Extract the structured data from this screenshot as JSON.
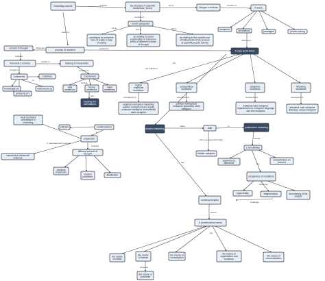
{
  "nodes": [
    {
      "id": "n1",
      "text": "marketing science"
    },
    {
      "id": "n2",
      "text": "the structure of scientific revolutions ( Kuhn)"
    },
    {
      "id": "n3",
      "text": "Morgan´s scheme"
    },
    {
      "id": "n4",
      "text": "4 levels"
    },
    {
      "id": "n5",
      "text": "3 main categories"
    },
    {
      "id": "n6",
      "text": "paradigms as complete view of reality or way of seeing"
    },
    {
      "id": "n7",
      "text": "as relating to social organization of science in terms of different schools of thought"
    },
    {
      "id": "n8",
      "text": "as relating to the specific use of instruments in the process of scientific puzzle solving"
    },
    {
      "id": "n9",
      "text": "metaphors"
    },
    {
      "id": "n10",
      "text": "orientations"
    },
    {
      "id": "n11",
      "text": "paradigms"
    },
    {
      "id": "n12",
      "text": "puzzle solving"
    },
    {
      "id": "n13",
      "text": "schools of thought"
    },
    {
      "id": "n14",
      "text": "process of research"
    },
    {
      "id": "n15",
      "text": "4 main world views"
    },
    {
      "id": "n16",
      "text": "Tomedots´s scheme"
    },
    {
      "id": "n17",
      "text": "Galtung´s Frameworks"
    },
    {
      "id": "n18",
      "text": "3 elements"
    },
    {
      "id": "n19",
      "text": "balances"
    },
    {
      "id": "n20",
      "text": "knowledge (K)"
    },
    {
      "id": "n21",
      "text": "instruments (I)"
    },
    {
      "id": "n22",
      "text": "problems (P)"
    },
    {
      "id": "n23",
      "text": "3 sentences"
    },
    {
      "id": "n24",
      "text": "data sentences"
    },
    {
      "id": "n25",
      "text": "theory sentences"
    },
    {
      "id": "n26",
      "text": "value sentences"
    },
    {
      "id": "n27",
      "text": "roadmap for orientations"
    },
    {
      "id": "n28",
      "text": "logical empiricist worldview"
    },
    {
      "id": "n29",
      "text": "sociopolitical worldview"
    },
    {
      "id": "n30",
      "text": "subjective worldview"
    },
    {
      "id": "n31",
      "text": "liberating worldview"
    },
    {
      "id": "n32",
      "text": "organism metaphor marketing warfare metaphor brand equity consumer metaphor instrumental main metaphor"
    },
    {
      "id": "n33",
      "text": "political marketplace metaphor spaceship earth metaphor"
    },
    {
      "id": "n34",
      "text": "irrational main metaphor experiences for metaphor language and text metaphor"
    },
    {
      "id": "n35",
      "text": "alienated main metaphor liberatory voices metaphor"
    },
    {
      "id": "n36",
      "text": "criticism"
    },
    {
      "id": "n37",
      "text": "constructivism"
    },
    {
      "id": "n38",
      "text": "empiricism"
    },
    {
      "id": "n39",
      "text": "most dominant orientations in marketing"
    },
    {
      "id": "n40",
      "text": "natural and behavioral sciences"
    },
    {
      "id": "n41",
      "text": "different schools of thought"
    },
    {
      "id": "n42",
      "text": "classical empiricism"
    },
    {
      "id": "n43",
      "text": "modern positivism"
    },
    {
      "id": "n44",
      "text": "falsification"
    },
    {
      "id": "n45",
      "text": "modern marketing"
    },
    {
      "id": "n46",
      "text": "shift"
    },
    {
      "id": "n47",
      "text": "postmodern marketing"
    },
    {
      "id": "n48",
      "text": "theater metaphor"
    },
    {
      "id": "n49",
      "text": "2 sensibilities"
    },
    {
      "id": "n50",
      "text": "openness to difference"
    },
    {
      "id": "n51",
      "text": "concentration on present"
    },
    {
      "id": "n52",
      "text": "acceptance of conditions"
    },
    {
      "id": "n53",
      "text": "hyperreality"
    },
    {
      "id": "n54",
      "text": "fragmentation"
    },
    {
      "id": "n55",
      "text": "decentering of the subject"
    },
    {
      "id": "n56",
      "text": "central principles"
    },
    {
      "id": "n57",
      "text": "6 problematized areas"
    },
    {
      "id": "n58",
      "text": "the nature of reality"
    },
    {
      "id": "n59",
      "text": "the nature of human"
    },
    {
      "id": "n60",
      "text": "the nature of consumption"
    },
    {
      "id": "n61",
      "text": "the nature of organization and business"
    },
    {
      "id": "n62",
      "text": "the nature of communication"
    },
    {
      "id": "n63",
      "text": "the nature of consumer"
    }
  ],
  "link_labels": [
    {
      "id": "l1",
      "text": "includes"
    },
    {
      "id": "l2",
      "text": "led to"
    },
    {
      "id": "l3",
      "text": "consists of"
    },
    {
      "id": "l4",
      "text": "consists of"
    },
    {
      "id": "l5",
      "text": "1st is"
    },
    {
      "id": "l6",
      "text": "2nd is"
    },
    {
      "id": "l7",
      "text": "3rd is"
    },
    {
      "id": "l8",
      "text": "reflected in"
    },
    {
      "id": "l9",
      "text": "leads to"
    },
    {
      "id": "l10",
      "text": "influences"
    },
    {
      "id": "l11",
      "text": "resulted in"
    },
    {
      "id": "l12",
      "text": "includes"
    },
    {
      "id": "l13",
      "text": "related to"
    },
    {
      "id": "l14",
      "text": "consists of"
    },
    {
      "id": "l15",
      "text": "are related to"
    },
    {
      "id": "l16",
      "text": "consists of"
    },
    {
      "id": "l17",
      "text": "include"
    },
    {
      "id": "l18",
      "text": "form"
    },
    {
      "id": "l19",
      "text": "to"
    },
    {
      "id": "l20",
      "text": "are"
    },
    {
      "id": "l21",
      "text": "correspond to"
    },
    {
      "id": "l22",
      "text": "correspond to"
    },
    {
      "id": "l23",
      "text": "correspond to"
    },
    {
      "id": "l24",
      "text": "correspond to"
    },
    {
      "id": "l25",
      "text": "is"
    },
    {
      "id": "l26",
      "text": "in ideal approach between"
    },
    {
      "id": "l27",
      "text": "a skill"
    },
    {
      "id": "l28",
      "text": "includes"
    },
    {
      "id": "l29",
      "text": "made"
    },
    {
      "id": "l30",
      "text": "to"
    },
    {
      "id": "l31",
      "text": "can be explained through"
    },
    {
      "id": "l32",
      "text": "reveals"
    },
    {
      "id": "l33",
      "text": "are"
    },
    {
      "id": "l34",
      "text": "which are"
    },
    {
      "id": "l35",
      "text": "has"
    },
    {
      "id": "l36",
      "text": "challenge"
    },
    {
      "id": "l37",
      "text": "lead to"
    },
    {
      "id": "l38",
      "text": "are"
    },
    {
      "id": "l39",
      "text": "influence"
    }
  ]
}
